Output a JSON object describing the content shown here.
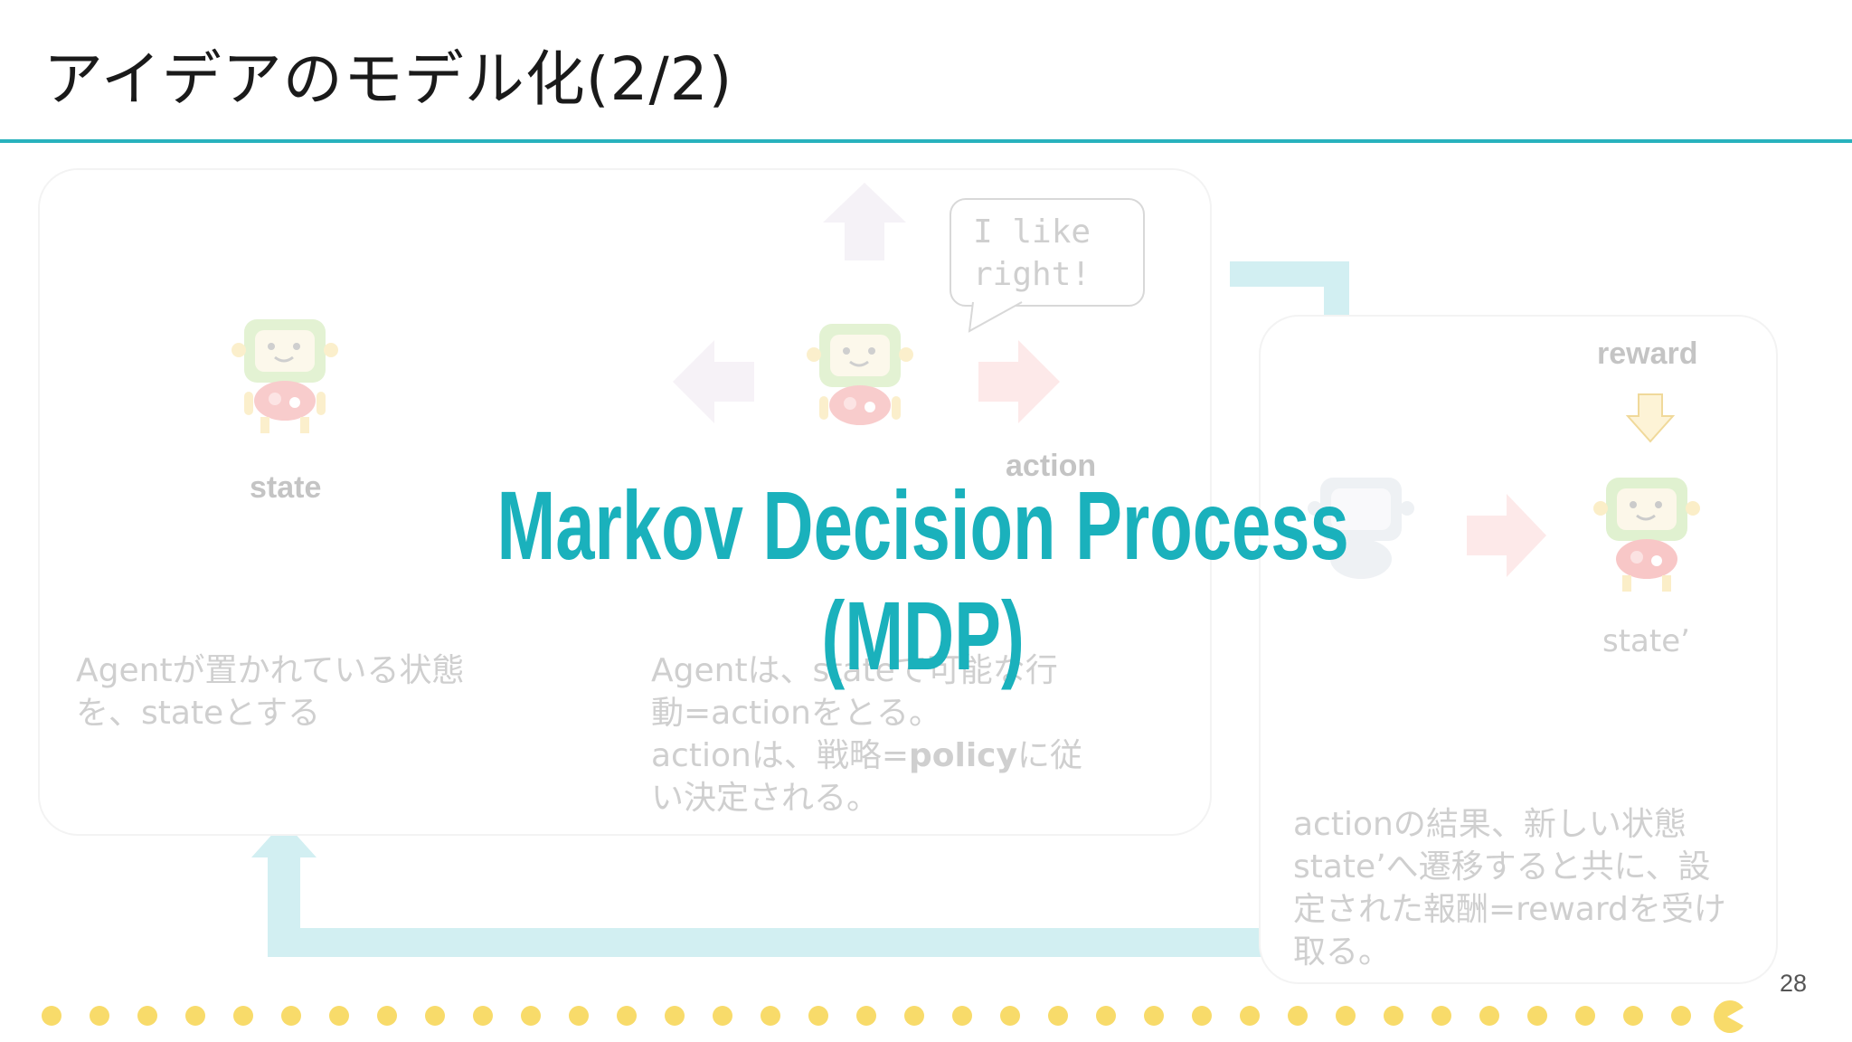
{
  "slide": {
    "title": "アイデアのモデル化(2/2)",
    "page_number": "28"
  },
  "left_panel": {
    "state_label": "state",
    "action_label": "action",
    "bubble_line1": "I like",
    "bubble_line2": "right!",
    "state_desc_line1": "Agentが置かれている状態",
    "state_desc_line2": "を、stateとする",
    "action_desc_line1": "Agentは、stateで可能な行",
    "action_desc_line2": "動=actionをとる。",
    "action_desc_line3a": "actionは、戦略=",
    "action_desc_line3b": "policy",
    "action_desc_line3c": "に従",
    "action_desc_line4": "い決定される。"
  },
  "right_panel": {
    "reward_label": "reward",
    "state_prime_label": "state’",
    "desc_line1": "actionの結果、新しい状態",
    "desc_line2": "state’へ遷移すると共に、設",
    "desc_line3": "定された報酬=rewardを受け",
    "desc_line4": "取る。"
  },
  "overlay": {
    "line1": "Markov Decision Process",
    "line2": "(MDP)"
  },
  "colors": {
    "accent": "#28b2bd",
    "overlay_text": "#1ab1bc",
    "flow_arrow": "#d2eff2",
    "dots": "#f8db6a"
  },
  "icons": [
    "robot-agent-icon",
    "arrow-up-icon",
    "arrow-left-icon",
    "arrow-right-icon",
    "arrow-down-icon",
    "pacman-icon"
  ]
}
